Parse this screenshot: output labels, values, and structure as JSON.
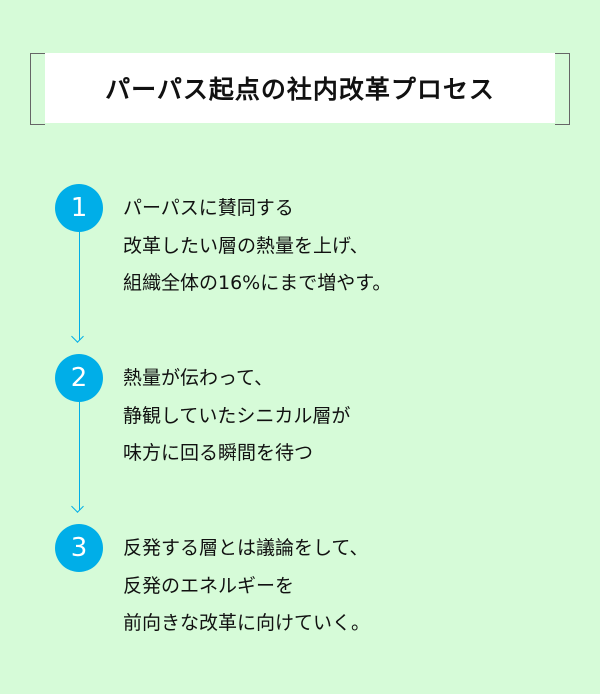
{
  "title": "パーパス起点の社内改革プロセス",
  "steps": [
    {
      "number": "1",
      "lines": [
        "パーパスに賛同する",
        "改革したい層の熱量を上げ、",
        "組織全体の16%にまで増やす。"
      ]
    },
    {
      "number": "2",
      "lines": [
        "熱量が伝わって、",
        "静観していたシニカル層が",
        "味方に回る瞬間を待つ"
      ]
    },
    {
      "number": "3",
      "lines": [
        "反発する層とは議論をして、",
        "反発のエネルギーを",
        "前向きな改革に向けていく。"
      ]
    }
  ],
  "colors": {
    "accent": "#00aee8",
    "background": "#d6fbd8"
  }
}
